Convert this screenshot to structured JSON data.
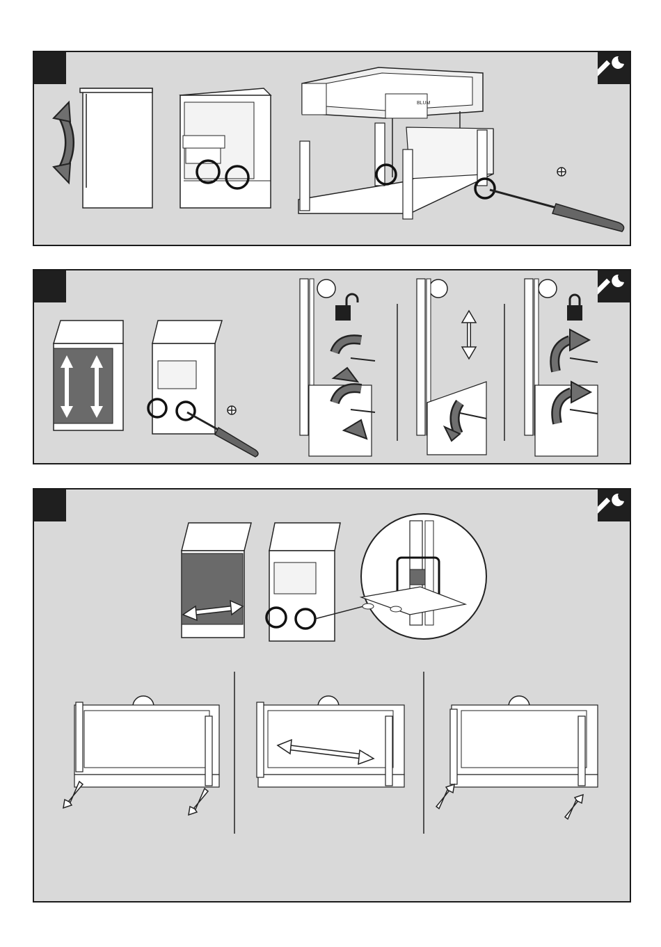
{
  "panels": [
    {
      "id": "panel-1",
      "tool_icon": "wrench-icon"
    },
    {
      "id": "panel-2",
      "tool_icon": "wrench-icon",
      "sub_steps": 3,
      "icons": [
        "unlock-icon",
        "vertical-arrow-icon",
        "lock-icon"
      ]
    },
    {
      "id": "panel-3",
      "tool_icon": "wrench-icon",
      "sub_steps": 3
    }
  ],
  "labels": {
    "rail_marker": "BLUM"
  },
  "colors": {
    "panel_bg": "#d9d9d9",
    "dark": "#1f1f1f",
    "arrow_gray": "#6f6f6f",
    "front_gray": "#6a6a6a",
    "white": "#ffffff"
  }
}
